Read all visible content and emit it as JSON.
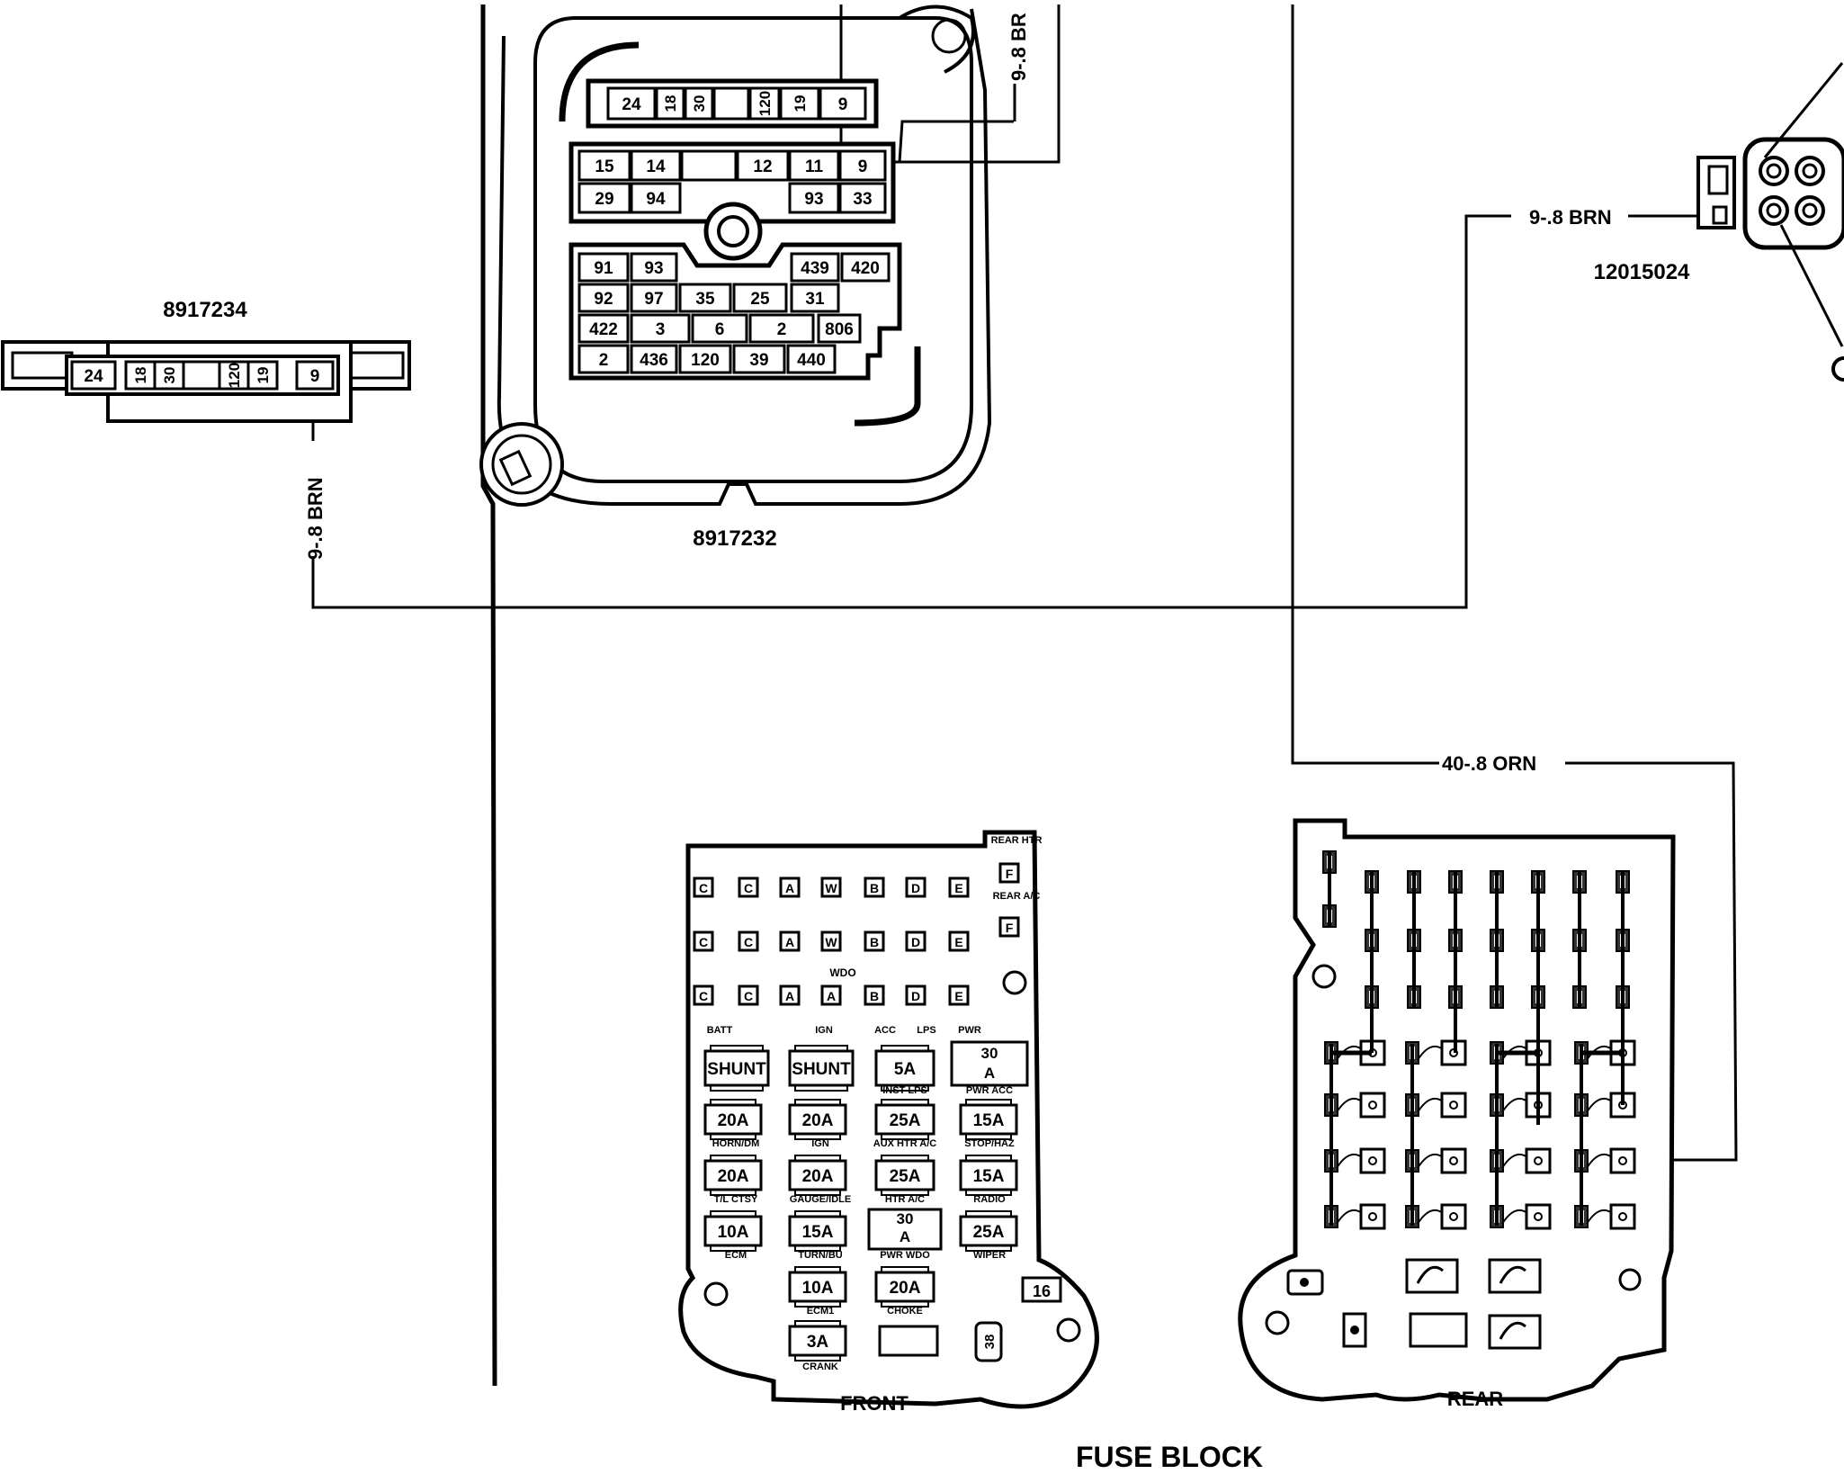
{
  "connectors": {
    "small": {
      "part_number": "8917234",
      "pins": [
        "24",
        "18",
        "30",
        "",
        "120",
        "19",
        "9"
      ]
    },
    "main": {
      "part_number": "8917232",
      "top_row": [
        "24",
        "18",
        "30",
        "",
        "120",
        "19",
        "9"
      ],
      "mid_row1": [
        "15",
        "14",
        "",
        "12",
        "11",
        "9"
      ],
      "mid_row2": [
        "29",
        "94",
        "93",
        "33"
      ],
      "bottom_rows": [
        [
          "91",
          "93",
          "439",
          "420"
        ],
        [
          "92",
          "97",
          "35",
          "25",
          "31"
        ],
        [
          "422",
          "3",
          "6",
          "2",
          "806"
        ],
        [
          "2",
          "436",
          "120",
          "39",
          "440"
        ]
      ]
    },
    "right": {
      "part_number": "12015024"
    }
  },
  "wires": {
    "left_vertical": "9-.8 BRN",
    "right_horizontal": "9-.8 BRN",
    "top_vertical": "9-.8 BR",
    "rear_feed": "40-.8 ORN"
  },
  "fuse_block": {
    "title": "FUSE BLOCK",
    "front_label": "FRONT",
    "rear_label": "REAR",
    "front": {
      "letter_rows": [
        [
          "C",
          "C",
          "A",
          "W",
          "B",
          "D",
          "E"
        ],
        [
          "C",
          "C",
          "A",
          "W",
          "B",
          "D",
          "E"
        ],
        [
          "C",
          "C",
          "A",
          "A",
          "B",
          "D",
          "E"
        ]
      ],
      "side_labels": [
        "REAR HTR",
        "F",
        "REAR A/C",
        "F"
      ],
      "wdo": "WDO",
      "header_labels": [
        "BATT",
        "IGN",
        "ACC",
        "LPS",
        "PWR"
      ],
      "row1": [
        "SHUNT",
        "SHUNT",
        "5A",
        "30 A"
      ],
      "row1_labels": [
        "INST LPS",
        "PWR ACC"
      ],
      "row2": [
        "20A",
        "20A",
        "25A",
        "15A"
      ],
      "row2_labels": [
        "HORN/DM",
        "IGN",
        "AUX HTR A/C",
        "STOP/HAZ"
      ],
      "row3": [
        "20A",
        "20A",
        "25A",
        "15A"
      ],
      "row3_labels": [
        "T/L CTSY",
        "GAUGE/IDLE",
        "HTR A/C",
        "RADIO"
      ],
      "row4": [
        "10A",
        "15A",
        "30 A",
        "25A"
      ],
      "row4_labels": [
        "ECM",
        "TURN/BU",
        "PWR WDO",
        "WIPER"
      ],
      "row5": [
        "10A",
        "20A"
      ],
      "row5_labels": [
        "ECM1",
        "CHOKE"
      ],
      "row6": [
        "3A"
      ],
      "row6_labels": [
        "CRANK"
      ],
      "box16": "16",
      "box38": "38"
    }
  }
}
